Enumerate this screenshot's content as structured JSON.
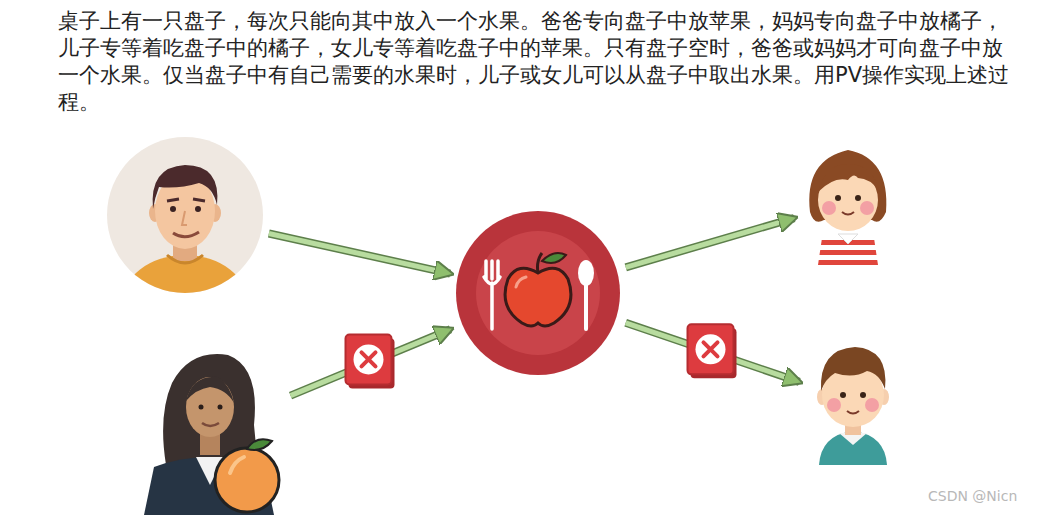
{
  "diagram": {
    "title": "桌子上有一只盘子，每次只能向其中放入一个水果。爸爸专向盘子中放苹果，妈妈专向盘子中放橘子，儿子专等着吃盘子中的橘子，女儿专等着吃盘子中的苹果。只有盘子空时，爸爸或妈妈才可向盘子中放一个水果。仅当盘子中有自己需要的水果时，儿子或女儿可以从盘子中取出水果。用PV操作实现上述过程。",
    "nodes": [
      {
        "text": []
      },
      {
        "text": []
      },
      {
        "text": []
      },
      {
        "text": []
      },
      {
        "text": []
      }
    ],
    "edges": [
      {
        "from": 0,
        "to": 2,
        "arrow": "to"
      },
      {
        "from": 1,
        "to": 2,
        "arrow": "to"
      },
      {
        "from": 2,
        "to": 3,
        "arrow": "to"
      },
      {
        "from": 2,
        "to": 4,
        "arrow": "to"
      }
    ],
    "labels": [
      "CSDN @Nicn"
    ]
  }
}
